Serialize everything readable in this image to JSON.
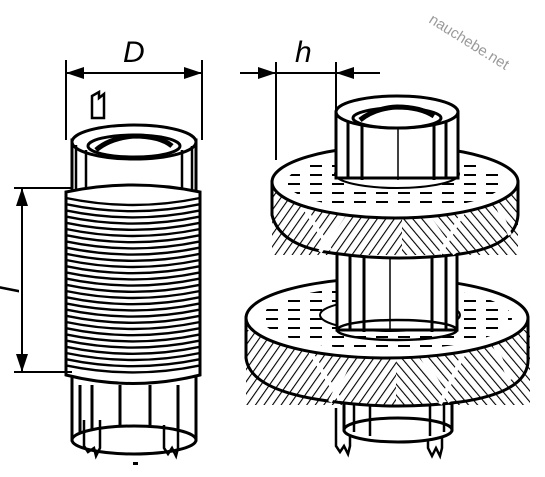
{
  "labels": {
    "diameter": "D",
    "section_width": "h",
    "winding_length": "l"
  },
  "watermark": "nauchebe.net",
  "colors": {
    "ink": "#000000",
    "paper": "#ffffff",
    "watermark": "#9a9a9a"
  }
}
